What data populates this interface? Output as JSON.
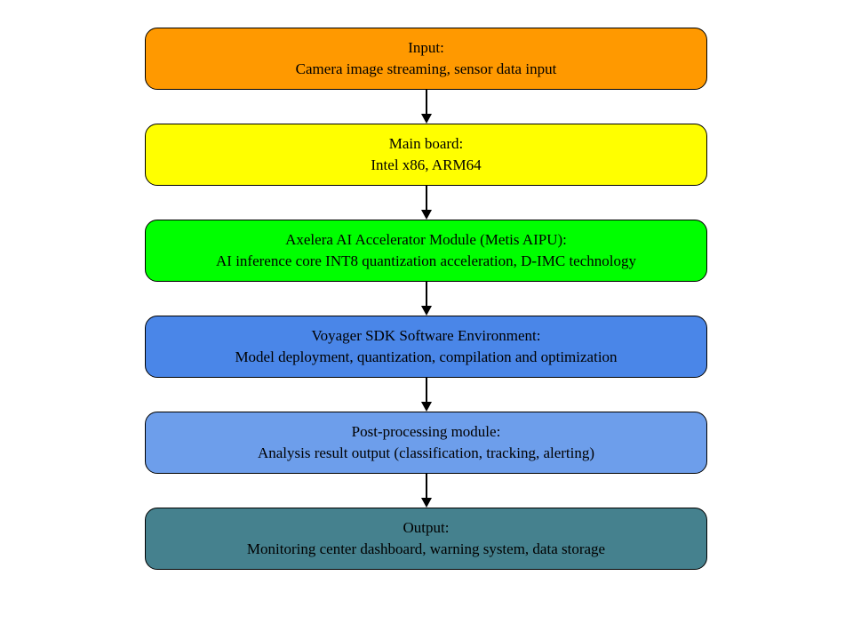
{
  "flowchart": {
    "background_color": "#FFFFFF",
    "border_color": "#000000",
    "connector_color": "#000000",
    "text_color": "#000000",
    "nodes": [
      {
        "title": "Input:",
        "subtitle": "Camera image streaming, sensor data input",
        "color": "#FF9900"
      },
      {
        "title": "Main board:",
        "subtitle": "Intel x86, ARM64",
        "color": "#FFFF00"
      },
      {
        "title": "Axelera AI Accelerator Module (Metis AIPU):",
        "subtitle": "AI inference core INT8 quantization acceleration, D-IMC technology",
        "color": "#00FF00"
      },
      {
        "title": "Voyager SDK Software Environment:",
        "subtitle": "Model deployment, quantization, compilation and optimization",
        "color": "#4A86E8"
      },
      {
        "title": "Post-processing module:",
        "subtitle": "Analysis result output (classification, tracking, alerting)",
        "color": "#6D9EEB"
      },
      {
        "title": "Output:",
        "subtitle": "Monitoring center dashboard, warning system, data storage",
        "color": "#45818E"
      }
    ]
  }
}
